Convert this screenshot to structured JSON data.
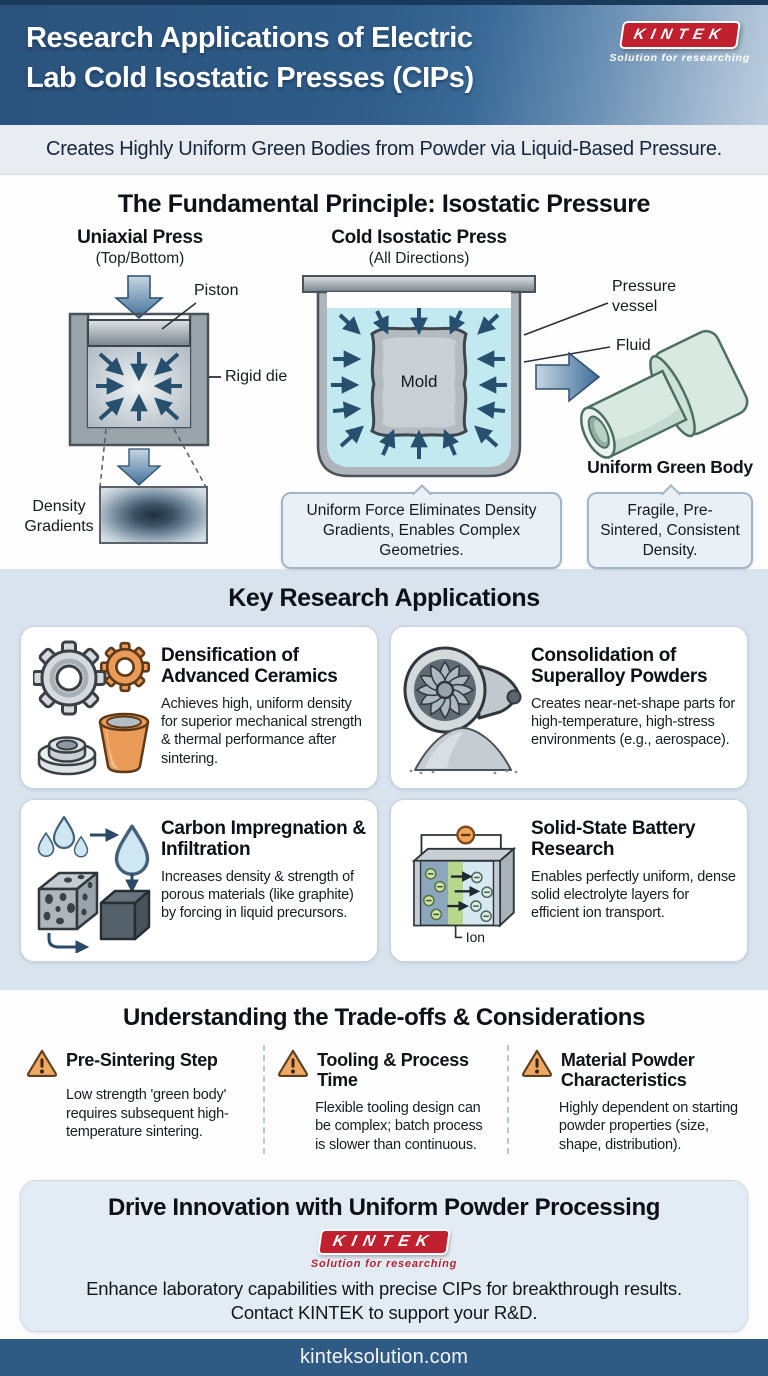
{
  "header": {
    "title_line1": "Research Applications of Electric",
    "title_line2": "Lab Cold Isostatic Presses (CIPs)",
    "logo_text": "KINTEK",
    "logo_tagline": "Solution for researching"
  },
  "subtitle": "Creates Highly Uniform Green Bodies from Powder via Liquid-Based Pressure.",
  "principle": {
    "title": "The Fundamental Principle: Isostatic Pressure",
    "uniaxial": {
      "title": "Uniaxial Press",
      "subtitle": "(Top/Bottom)",
      "label_piston": "Piston",
      "label_rigid_die": "Rigid die",
      "label_density_gradients": "Density Gradients"
    },
    "cip": {
      "title": "Cold Isostatic Press",
      "subtitle": "(All Directions)",
      "label_pressure_vessel": "Pressure vessel",
      "label_fluid": "Fluid",
      "label_mold": "Mold",
      "callout": "Uniform Force Eliminates Density Gradients, Enables Complex Geometries."
    },
    "green_body": {
      "label": "Uniform Green Body",
      "callout": "Fragile, Pre-Sintered, Consistent Density."
    }
  },
  "applications": {
    "title": "Key Research Applications",
    "cards": [
      {
        "icon": "gears-crucible-bearing",
        "title": "Densification of Advanced Ceramics",
        "body": "Achieves high, uniform density for superior mechanical strength & thermal performance after sintering."
      },
      {
        "icon": "turbine-powder-pile",
        "title": "Consolidation of Superalloy Powders",
        "body": "Creates near-net-shape parts for high-temperature, high-stress environments (e.g., aerospace)."
      },
      {
        "icon": "droplets-porous-cube",
        "title": "Carbon Impregnation & Infiltration",
        "body": "Increases density & strength of porous materials (like graphite) by forcing in liquid precursors."
      },
      {
        "icon": "solid-state-battery",
        "title": "Solid-State Battery Research",
        "body": "Enables perfectly uniform, dense solid electrolyte layers for efficient ion transport.",
        "diagram_label": "Ion"
      }
    ]
  },
  "tradeoffs": {
    "title": "Understanding the Trade-offs & Considerations",
    "items": [
      {
        "title": "Pre-Sintering Step",
        "body": "Low strength 'green body' requires subsequent high-temperature sintering."
      },
      {
        "title": "Tooling & Process Time",
        "body": "Flexible tooling design can be complex; batch process is slower than continuous."
      },
      {
        "title": "Material Powder Characteristics",
        "body": "Highly dependent on starting powder properties (size, shape, distribution)."
      }
    ]
  },
  "cta": {
    "title": "Drive Innovation with Uniform Powder Processing",
    "logo_text": "KINTEK",
    "logo_tagline": "Solution for researching",
    "body": "Enhance laboratory capabilities with precise CIPs for breakthrough results. Contact KINTEK to support your R&D."
  },
  "footer": {
    "url": "kinteksolution.com"
  },
  "colors": {
    "header_blue": "#2f5c88",
    "accent_red": "#c1202e",
    "apps_bg": "#d9e3ee",
    "footer_blue": "#2f5a83",
    "arrow_blue": "#27506f",
    "fluid_cyan": "#c2e8f0",
    "warning_orange": "#eda963",
    "green_body": "#d8e9e1"
  }
}
